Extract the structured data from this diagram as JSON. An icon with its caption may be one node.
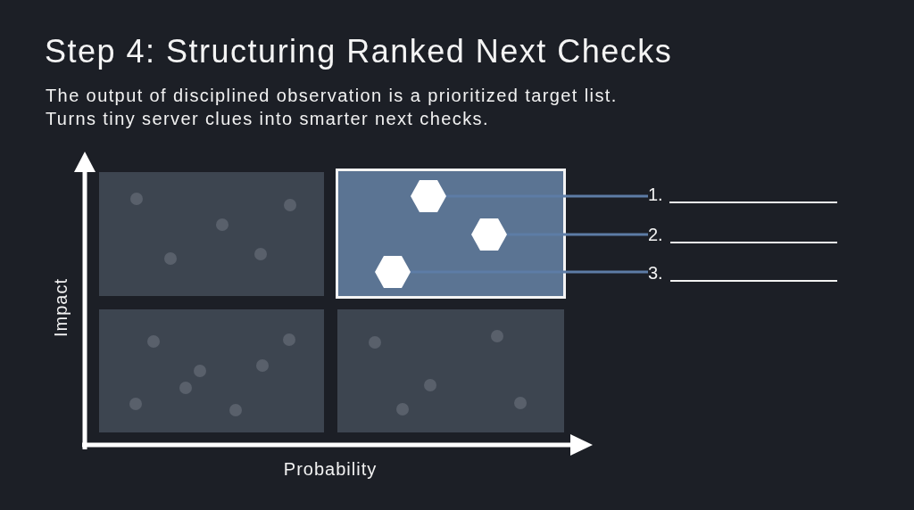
{
  "diagram": {
    "title": "Step 4: Structuring Ranked Next Checks",
    "nodes": [
      {
        "text": [],
        "shape": "box"
      },
      {
        "text": [],
        "shape": "box"
      },
      {
        "text": [],
        "shape": "hexagon",
        "in": 1
      },
      {
        "text": [],
        "shape": "hexagon",
        "in": 1
      },
      {
        "text": [],
        "shape": "hexagon",
        "in": 1
      },
      {
        "text": [
          "1."
        ]
      },
      {
        "text": [
          "2."
        ]
      },
      {
        "text": [
          "3."
        ]
      },
      {
        "text": [],
        "shape": "box"
      },
      {
        "text": [],
        "shape": "box"
      }
    ],
    "edges": [
      {
        "from": 2,
        "to": 5,
        "arrow": "none"
      },
      {
        "from": 3,
        "to": 6,
        "arrow": "none"
      },
      {
        "from": 4,
        "to": 7,
        "arrow": "none"
      }
    ],
    "labels": [
      "The output of disciplined observation is a prioritized target list.",
      "Turns tiny server clues into smarter next checks.",
      "Impact",
      "Probability"
    ]
  }
}
